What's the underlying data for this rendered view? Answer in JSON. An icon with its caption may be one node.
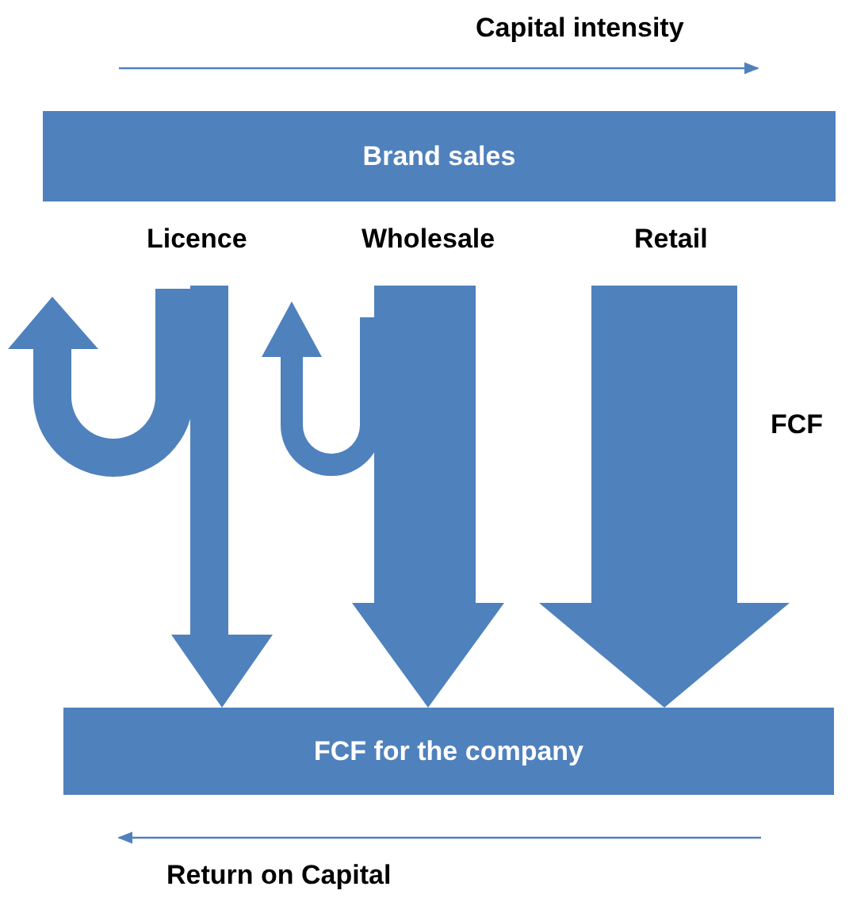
{
  "diagram": {
    "nodes": [
      {
        "text": [
          "Brand sales"
        ]
      },
      {
        "text": [
          "FCF for the company"
        ]
      }
    ],
    "edges": [
      {
        "from": null,
        "to": 1,
        "arrow": "to"
      },
      {
        "from": null,
        "to": 1,
        "arrow": "to"
      },
      {
        "from": null,
        "to": 1,
        "arrow": "to"
      }
    ],
    "labels": [
      "Capital intensity",
      "Licence",
      "Wholesale",
      "Retail",
      "FCF",
      "Return on Capital"
    ]
  }
}
